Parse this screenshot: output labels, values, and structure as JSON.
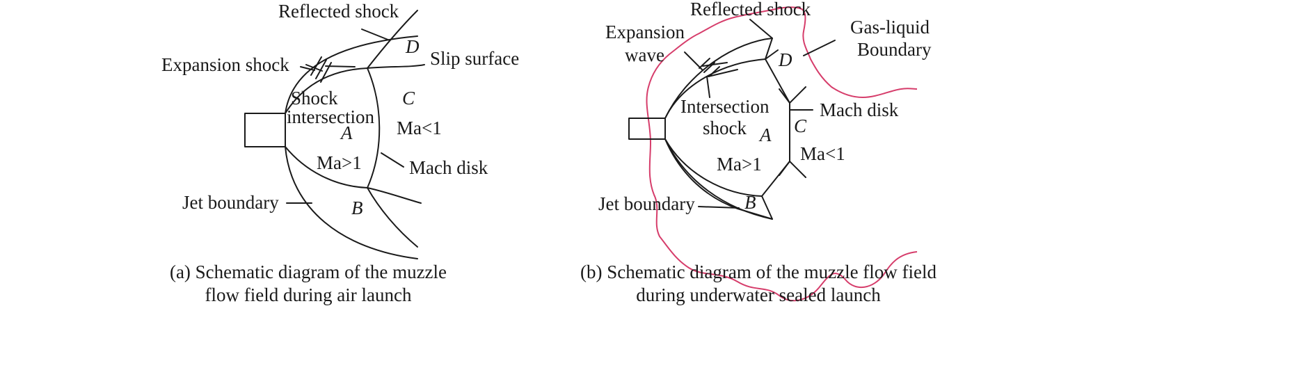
{
  "panel_a": {
    "labels": {
      "reflected_shock": "Reflected shock",
      "slip_surface": "Slip surface",
      "expansion_shock": "Expansion shock",
      "shock_intersection_1": "Shock",
      "shock_intersection_2": "intersection",
      "region_a": "A",
      "region_b": "B",
      "region_c": "C",
      "region_d": "D",
      "ma_supersonic_prefix": "Ma",
      "ma_supersonic_suffix": ">1",
      "ma_subsonic_prefix": "Ma",
      "ma_subsonic_suffix": "<1",
      "mach_disk": "Mach disk",
      "jet_boundary": "Jet boundary"
    },
    "caption_line1": "(a) Schematic diagram of the muzzle",
    "caption_line2": "flow field during air launch"
  },
  "panel_b": {
    "labels": {
      "reflected_shock": "Reflected shock",
      "expansion_wave_1": "Expansion",
      "expansion_wave_2": "wave",
      "gas_liquid_1": "Gas-liquid",
      "gas_liquid_2": "Boundary",
      "intersection_shock_1": "Intersection",
      "intersection_shock_2": "shock",
      "region_a": "A",
      "region_b": "B",
      "region_c": "C",
      "region_d": "D",
      "ma_supersonic_prefix": "Ma",
      "ma_supersonic_suffix": ">1",
      "ma_subsonic_prefix": "Ma",
      "ma_subsonic_suffix": "<1",
      "mach_disk": "Mach disk",
      "jet_boundary": "Jet boundary"
    },
    "caption_line1": "(b) Schematic diagram of the muzzle flow field",
    "caption_line2": "during underwater sealed launch"
  },
  "colors": {
    "line": "#1a1a1a",
    "gas_liquid_boundary": "#d63d6b",
    "background": "#ffffff"
  }
}
